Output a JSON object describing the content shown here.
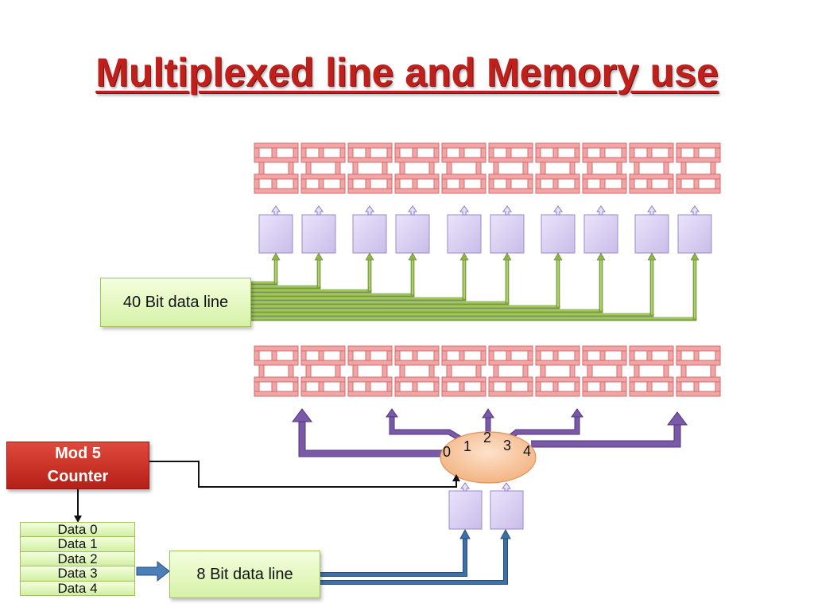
{
  "title": "Multiplexed line and Memory use",
  "labels": {
    "line40": "40 Bit data line",
    "line8": "8 Bit data line",
    "counter_line1": "Mod 5",
    "counter_line2": "Counter"
  },
  "data_items": [
    "Data 0",
    "Data 1",
    "Data 2",
    "Data 3",
    "Data 4"
  ],
  "mux_inputs": [
    "0",
    "1",
    "2",
    "3",
    "4"
  ],
  "colors": {
    "title": "#c0201c",
    "memory_cell": "#f0a6a6",
    "register": "#d9cff5",
    "line_green": "#8fb34a",
    "line_purple": "#7a5aa8",
    "line_blue": "#3d6fa8",
    "mux": "#f8c9a6",
    "counter": "#c9281e"
  }
}
